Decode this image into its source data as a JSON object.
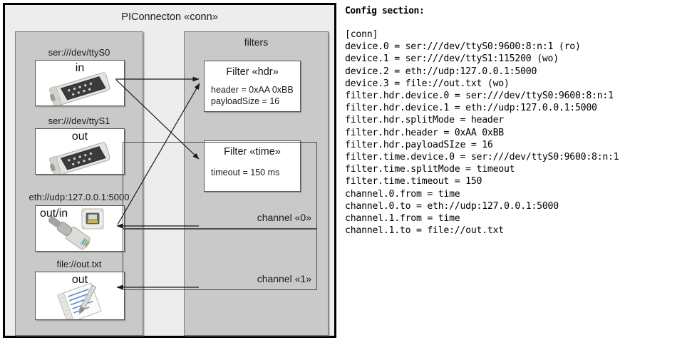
{
  "diagram": {
    "title": "PIConnecton «conn»",
    "devices_panel": {
      "title": "",
      "items": [
        {
          "label": "ser:///dev/ttyS0",
          "direction": "in",
          "icon": "serial-port-icon"
        },
        {
          "label": "ser:///dev/ttyS1",
          "direction": "out",
          "icon": "serial-port-icon"
        },
        {
          "label": "eth://udp:127.0.0.1:5000",
          "direction": "out/in",
          "icon": "ethernet-jack-icon"
        },
        {
          "label": "file://out.txt",
          "direction": "out",
          "icon": "text-file-icon"
        }
      ]
    },
    "filters_panel": {
      "title": "filters",
      "filters": [
        {
          "title": "Filter «hdr»",
          "attrs": [
            "header = 0xAA 0xBB",
            "payloadSize = 16"
          ]
        },
        {
          "title": "Filter «time»",
          "attrs": [
            "timeout = 150 ms"
          ]
        }
      ]
    },
    "channels": [
      {
        "label": "channel «0»"
      },
      {
        "label": "channel «1»"
      }
    ]
  },
  "config": {
    "heading": "Config section:",
    "text": "[conn]\ndevice.0 = ser:///dev/ttyS0:9600:8:n:1 (ro)\ndevice.1 = ser:///dev/ttyS1:115200 (wo)\ndevice.2 = eth://udp:127.0.0.1:5000\ndevice.3 = file://out.txt (wo)\nfilter.hdr.device.0 = ser:///dev/ttyS0:9600:8:n:1\nfilter.hdr.device.1 = eth://udp:127.0.0.1:5000\nfilter.hdr.splitMode = header\nfilter.hdr.header = 0xAA 0xBB\nfilter.hdr.payloadSIze = 16\nfilter.time.device.0 = ser:///dev/ttyS0:9600:8:n:1\nfilter.time.splitMode = timeout\nfilter.time.timeout = 150\nchannel.0.from = time\nchannel.0.to = eth://udp:127.0.0.1:5000\nchannel.1.from = time\nchannel.1.to = file://out.txt"
  },
  "colors": {
    "canvas": "#ffffff",
    "outer_frame": "#ededed",
    "panel": "#c9c9c9",
    "box": "#ffffff",
    "stroke": "#000000"
  }
}
